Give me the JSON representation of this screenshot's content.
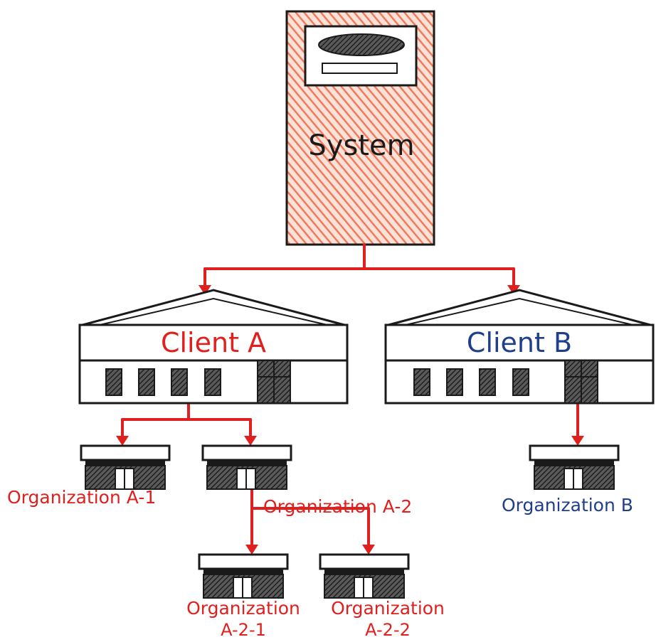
{
  "colors": {
    "red": "#e0201e",
    "blue": "#1f3f8c",
    "ink": "#1a1a1a",
    "salmon": "#f07a5c"
  },
  "system": {
    "label": "System",
    "icon": "server-tower-icon"
  },
  "clients": [
    {
      "label": "Client A",
      "icon": "client-building-icon"
    },
    {
      "label": "Client B",
      "icon": "client-building-icon"
    }
  ],
  "organizations": [
    {
      "label": "Organization A-1",
      "icon": "store-icon"
    },
    {
      "label": "Organization A-2",
      "icon": "store-icon"
    },
    {
      "label": "Organization B",
      "icon": "store-icon"
    },
    {
      "label_line1": "Organization",
      "label_line2": "A-2-1",
      "icon": "store-icon"
    },
    {
      "label_line1": "Organization",
      "label_line2": "A-2-2",
      "icon": "store-icon"
    }
  ]
}
